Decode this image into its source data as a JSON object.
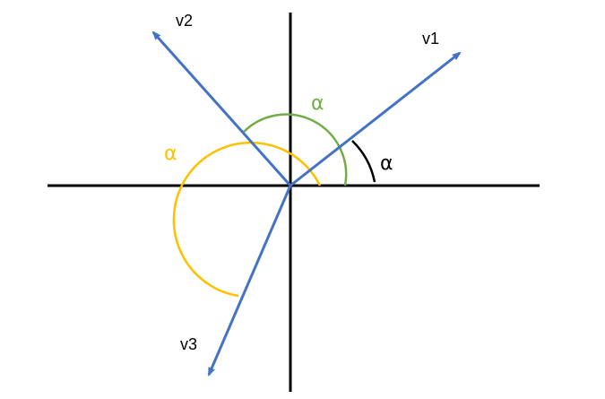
{
  "vectors": {
    "v1": {
      "label": "v1"
    },
    "v2": {
      "label": "v2"
    },
    "v3": {
      "label": "v3"
    }
  },
  "angles": {
    "black": {
      "label": "α"
    },
    "green": {
      "label": "α"
    },
    "orange": {
      "label": "α"
    }
  },
  "colors": {
    "vector": "#4472c4",
    "axis": "#000000",
    "arc_black": "#000000",
    "arc_green": "#70ad47",
    "arc_orange": "#ffc000"
  }
}
